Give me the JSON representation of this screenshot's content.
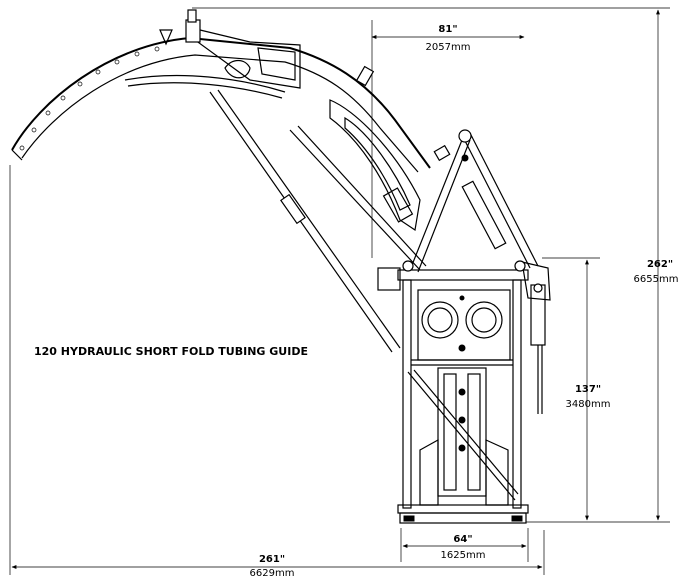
{
  "title": "120 HYDRAULIC SHORT FOLD TUBING GUIDE",
  "dimensions": {
    "top_width": {
      "inches": "81\"",
      "mm": "2057mm"
    },
    "total_height": {
      "inches": "262\"",
      "mm": "6655mm"
    },
    "lower_height": {
      "inches": "137\"",
      "mm": "3480mm"
    },
    "base_width": {
      "inches": "64\"",
      "mm": "1625mm"
    },
    "total_width": {
      "inches": "261\"",
      "mm": "6629mm"
    }
  }
}
